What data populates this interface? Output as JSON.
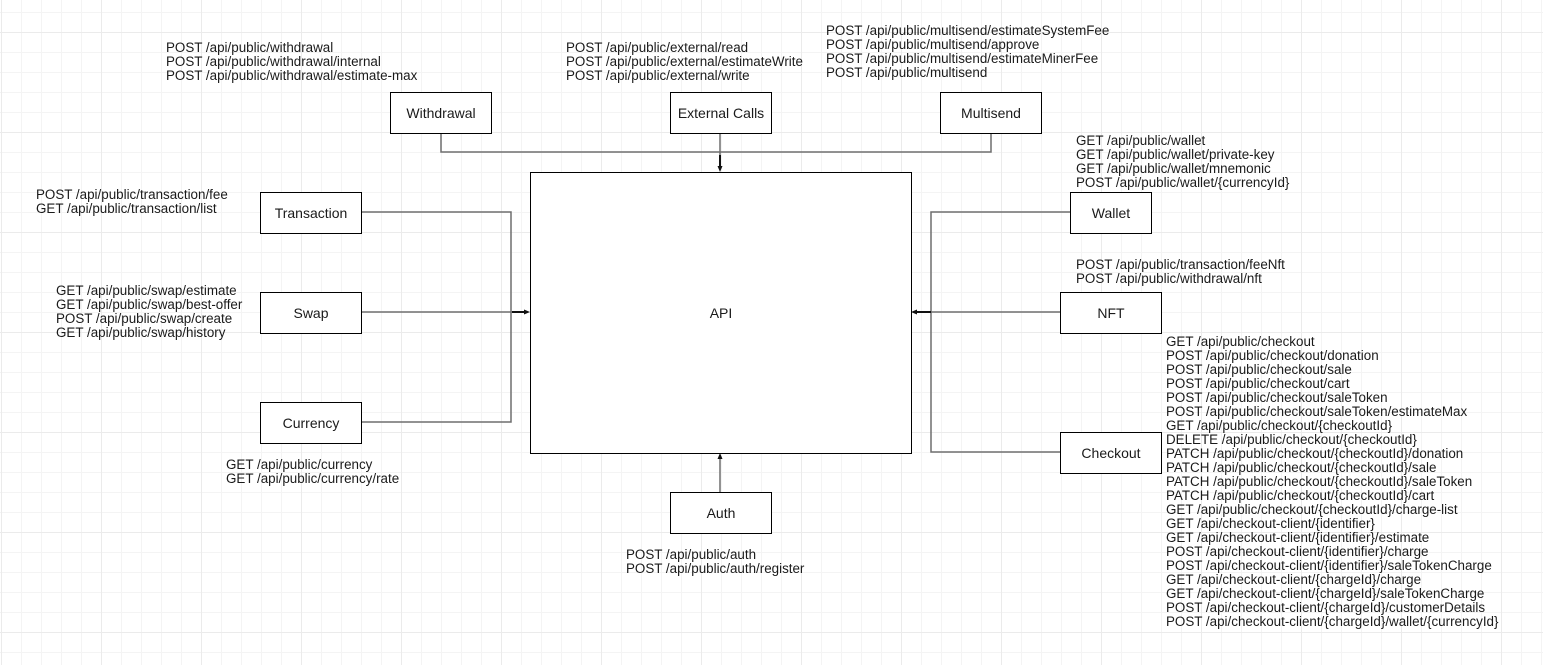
{
  "diagram": {
    "center": {
      "id": "api",
      "label": "API"
    },
    "modules": [
      {
        "id": "withdrawal",
        "label": "Withdrawal",
        "endpoints": [
          "POST /api/public/withdrawal",
          "POST /api/public/withdrawal/internal",
          "POST /api/public/withdrawal/estimate-max"
        ]
      },
      {
        "id": "external-calls",
        "label": "External Calls",
        "endpoints": [
          "POST /api/public/external/read",
          "POST /api/public/external/estimateWrite",
          "POST /api/public/external/write"
        ]
      },
      {
        "id": "multisend",
        "label": "Multisend",
        "endpoints": [
          "POST /api/public/multisend/estimateSystemFee",
          "POST /api/public/multisend/approve",
          "POST /api/public/multisend/estimateMinerFee",
          "POST /api/public/multisend"
        ]
      },
      {
        "id": "transaction",
        "label": "Transaction",
        "endpoints": [
          "POST /api/public/transaction/fee",
          "GET /api/public/transaction/list"
        ]
      },
      {
        "id": "swap",
        "label": "Swap",
        "endpoints": [
          "GET /api/public/swap/estimate",
          "GET /api/public/swap/best-offer",
          "POST /api/public/swap/create",
          "GET /api/public/swap/history"
        ]
      },
      {
        "id": "currency",
        "label": "Currency",
        "endpoints": [
          "GET /api/public/currency",
          "GET /api/public/currency/rate"
        ]
      },
      {
        "id": "auth",
        "label": "Auth",
        "endpoints": [
          "POST /api/public/auth",
          "POST /api/public/auth/register"
        ]
      },
      {
        "id": "wallet",
        "label": "Wallet",
        "endpoints": [
          "GET /api/public/wallet",
          "GET /api/public/wallet/private-key",
          "GET /api/public/wallet/mnemonic",
          "POST /api/public/wallet/{currencyId}"
        ]
      },
      {
        "id": "nft",
        "label": "NFT",
        "endpoints": [
          "POST /api/public/transaction/feeNft",
          "POST /api/public/withdrawal/nft"
        ]
      },
      {
        "id": "checkout",
        "label": "Checkout",
        "endpoints": [
          "GET /api/public/checkout",
          "POST /api/public/checkout/donation",
          "POST /api/public/checkout/sale",
          "POST /api/public/checkout/cart",
          "POST /api/public/checkout/saleToken",
          "POST /api/public/checkout/saleToken/estimateMax",
          "GET /api/public/checkout/{checkoutId}",
          "DELETE /api/public/checkout/{checkoutId}",
          "PATCH /api/public/checkout/{checkoutId}/donation",
          "PATCH /api/public/checkout/{checkoutId}/sale",
          "PATCH /api/public/checkout/{checkoutId}/saleToken",
          "PATCH /api/public/checkout/{checkoutId}/cart",
          "GET /api/public/checkout/{checkoutId}/charge-list",
          "GET /api/checkout-client/{identifier}",
          "GET /api/checkout-client/{identifier}/estimate",
          "POST /api/checkout-client/{identifier}/charge",
          "POST /api/checkout-client/{identifier}/saleTokenCharge",
          "GET /api/checkout-client/{chargeId}/charge",
          "GET /api/checkout-client/{chargeId}/saleTokenCharge",
          "POST /api/checkout-client/{chargeId}/customerDetails",
          "POST /api/checkout-client/{chargeId}/wallet/{currencyId}"
        ]
      }
    ],
    "edges": [
      {
        "from": "withdrawal",
        "to": "api"
      },
      {
        "from": "external-calls",
        "to": "api"
      },
      {
        "from": "multisend",
        "to": "api"
      },
      {
        "from": "transaction",
        "to": "api"
      },
      {
        "from": "swap",
        "to": "api"
      },
      {
        "from": "currency",
        "to": "api"
      },
      {
        "from": "auth",
        "to": "api"
      },
      {
        "from": "wallet",
        "to": "api"
      },
      {
        "from": "nft",
        "to": "api"
      },
      {
        "from": "checkout",
        "to": "api"
      }
    ],
    "colors": {
      "node_border": "#000000",
      "connector": "#6e6e6e",
      "text": "#1a1a1a",
      "grid_minor": "#f4f4f4",
      "grid_major": "#ebebeb"
    }
  }
}
